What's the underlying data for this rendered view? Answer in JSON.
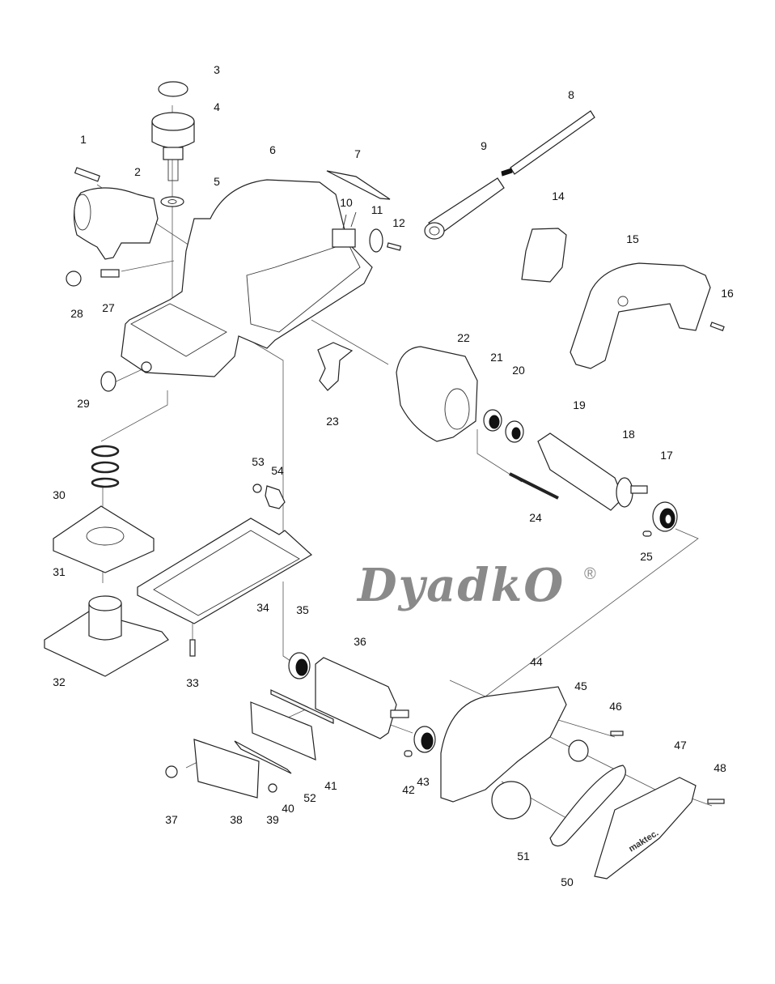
{
  "diagram": {
    "type": "exploded-parts-view",
    "parts": [
      {
        "no": "1"
      },
      {
        "no": "2"
      },
      {
        "no": "3"
      },
      {
        "no": "4"
      },
      {
        "no": "5"
      },
      {
        "no": "6"
      },
      {
        "no": "7"
      },
      {
        "no": "8"
      },
      {
        "no": "9"
      },
      {
        "no": "10"
      },
      {
        "no": "11"
      },
      {
        "no": "12"
      },
      {
        "no": "14"
      },
      {
        "no": "15"
      },
      {
        "no": "16"
      },
      {
        "no": "17"
      },
      {
        "no": "18"
      },
      {
        "no": "19"
      },
      {
        "no": "20"
      },
      {
        "no": "21"
      },
      {
        "no": "22"
      },
      {
        "no": "23"
      },
      {
        "no": "24"
      },
      {
        "no": "25"
      },
      {
        "no": "27"
      },
      {
        "no": "28"
      },
      {
        "no": "29"
      },
      {
        "no": "30"
      },
      {
        "no": "31"
      },
      {
        "no": "32"
      },
      {
        "no": "33"
      },
      {
        "no": "34"
      },
      {
        "no": "35"
      },
      {
        "no": "36"
      },
      {
        "no": "37"
      },
      {
        "no": "38"
      },
      {
        "no": "39"
      },
      {
        "no": "40"
      },
      {
        "no": "41"
      },
      {
        "no": "42"
      },
      {
        "no": "43"
      },
      {
        "no": "44"
      },
      {
        "no": "45"
      },
      {
        "no": "46"
      },
      {
        "no": "47"
      },
      {
        "no": "48"
      },
      {
        "no": "50"
      },
      {
        "no": "51"
      },
      {
        "no": "52"
      },
      {
        "no": "53"
      },
      {
        "no": "54"
      }
    ]
  },
  "watermark": {
    "text": "DyadkO",
    "registered_mark": "®",
    "color": "#8a8a8a"
  },
  "cover_logo": {
    "text": "maktec."
  },
  "colors": {
    "line": "#222222",
    "background": "#ffffff",
    "bearing_fill": "#111111"
  }
}
